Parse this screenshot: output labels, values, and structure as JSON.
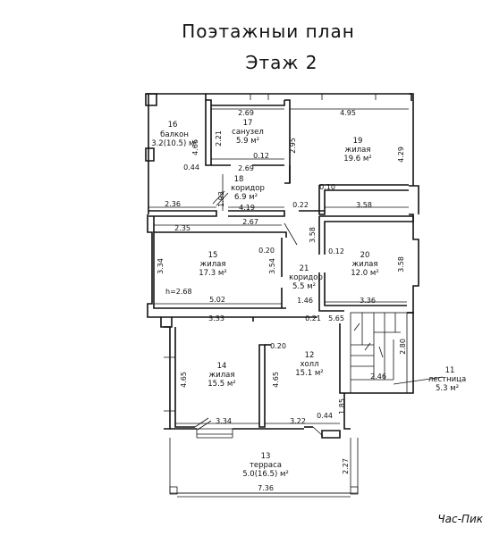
{
  "header": {
    "title": "Поэтажныи план",
    "floor": "Этаж 2"
  },
  "rooms": [
    {
      "id": "r16",
      "number": "16",
      "name": "балкон",
      "area": "3.2(10.5) м²"
    },
    {
      "id": "r17",
      "number": "17",
      "name": "санузел",
      "area": "5.9 м²"
    },
    {
      "id": "r19",
      "number": "19",
      "name": "жилая",
      "area": "19.6 м²"
    },
    {
      "id": "r18",
      "number": "18",
      "name": "коридор",
      "area": "6.9 м²"
    },
    {
      "id": "r15",
      "number": "15",
      "name": "жилая",
      "area": "17.3 м²"
    },
    {
      "id": "r21",
      "number": "21",
      "name": "коридор",
      "area": "5.5 м²"
    },
    {
      "id": "r20",
      "number": "20",
      "name": "жилая",
      "area": "12.0 м²"
    },
    {
      "id": "r14",
      "number": "14",
      "name": "жилая",
      "area": "15.5 м²"
    },
    {
      "id": "r12",
      "number": "12",
      "name": "холл",
      "area": "15.1 м²"
    },
    {
      "id": "r11",
      "number": "11",
      "name": "лестница",
      "area": "5.3 м²"
    },
    {
      "id": "r13",
      "number": "13",
      "name": "терраса",
      "area": "5.0(16.5) м²"
    }
  ],
  "dims": [
    "2.69",
    "4.95",
    "2.21",
    "4.66",
    "2.95",
    "4.29",
    "0.44",
    "0.12",
    "2.69",
    "1.93",
    "0.10",
    "2.36",
    "4.19",
    "0.22",
    "3.58",
    "2.35",
    "2.67",
    "0.20",
    "3.58",
    "3.34",
    "3.54",
    "0.12",
    "3.58",
    "3.36",
    "5.02",
    "1.46",
    "0.21",
    "5.65",
    "3.33",
    "0.20",
    "2.80",
    "4.65",
    "4.65",
    "2.46",
    "1.85",
    "0.44",
    "3.34",
    "3.22",
    "2.27",
    "7.36"
  ],
  "ceiling_height": "h=2.68",
  "watermark": "Час-Пик"
}
